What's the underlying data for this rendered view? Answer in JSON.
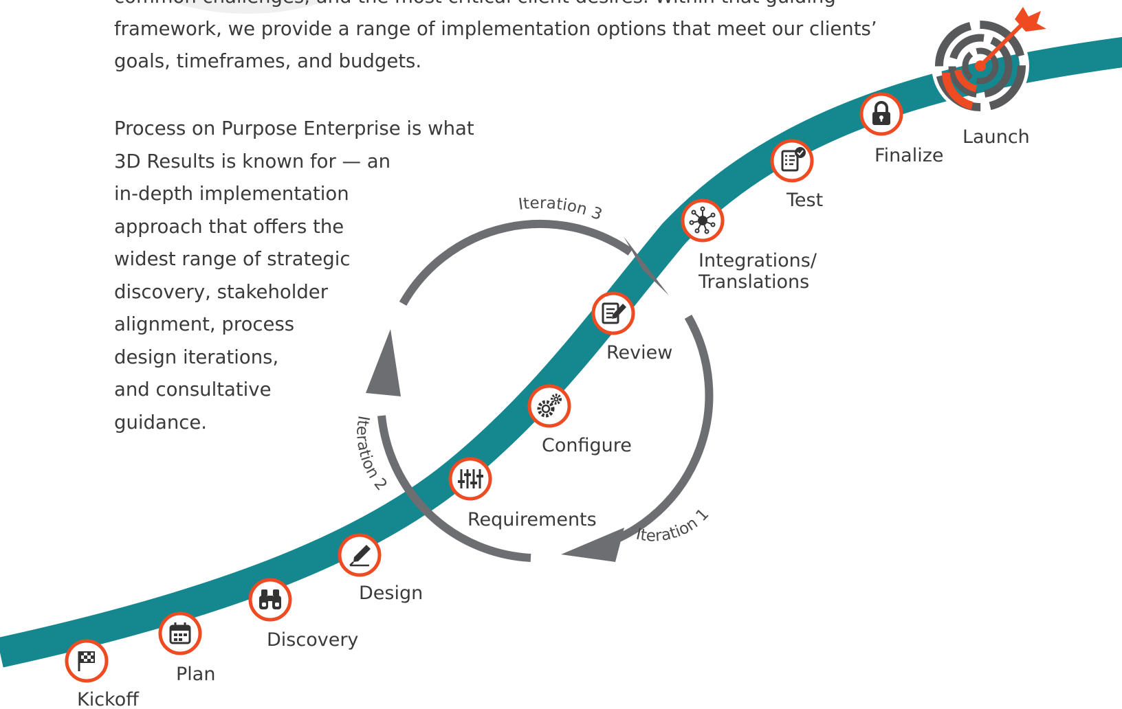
{
  "intro": {
    "lines": [
      "common challenges, and the most critical client desires. Within that guiding",
      "framework, we provide a range of implementation options that meet our clients’",
      "goals, timeframes, and budgets."
    ]
  },
  "body": {
    "lines": [
      "Process on Purpose Enterprise is what",
      "3D Results is known for — an",
      "in-depth implementation",
      "approach that offers the",
      "widest range of strategic",
      "discovery, stakeholder",
      "alignment, process",
      "design iterations,",
      "and consultative",
      "guidance."
    ]
  },
  "stages": [
    {
      "label": "Kickoff",
      "icon": "checkered-flag-icon"
    },
    {
      "label": "Plan",
      "icon": "calendar-icon"
    },
    {
      "label": "Discovery",
      "icon": "binoculars-icon"
    },
    {
      "label": "Design",
      "icon": "pen-icon"
    },
    {
      "label": "Requirements",
      "icon": "sliders-icon"
    },
    {
      "label": "Configure",
      "icon": "gears-icon"
    },
    {
      "label": "Review",
      "icon": "document-edit-icon"
    },
    {
      "label": "Integrations/",
      "label2": "Translations",
      "icon": "network-icon"
    },
    {
      "label": "Test",
      "icon": "checklist-icon"
    },
    {
      "label": "Finalize",
      "icon": "lock-icon"
    },
    {
      "label": "Launch",
      "icon": "target-icon"
    }
  ],
  "iterations": [
    "Iteration 1",
    "Iteration 2",
    "Iteration 3"
  ],
  "colors": {
    "band": "#14878f",
    "ring": "#6d6e71",
    "accent": "#ef4b23",
    "text": "#3a3a3c"
  }
}
